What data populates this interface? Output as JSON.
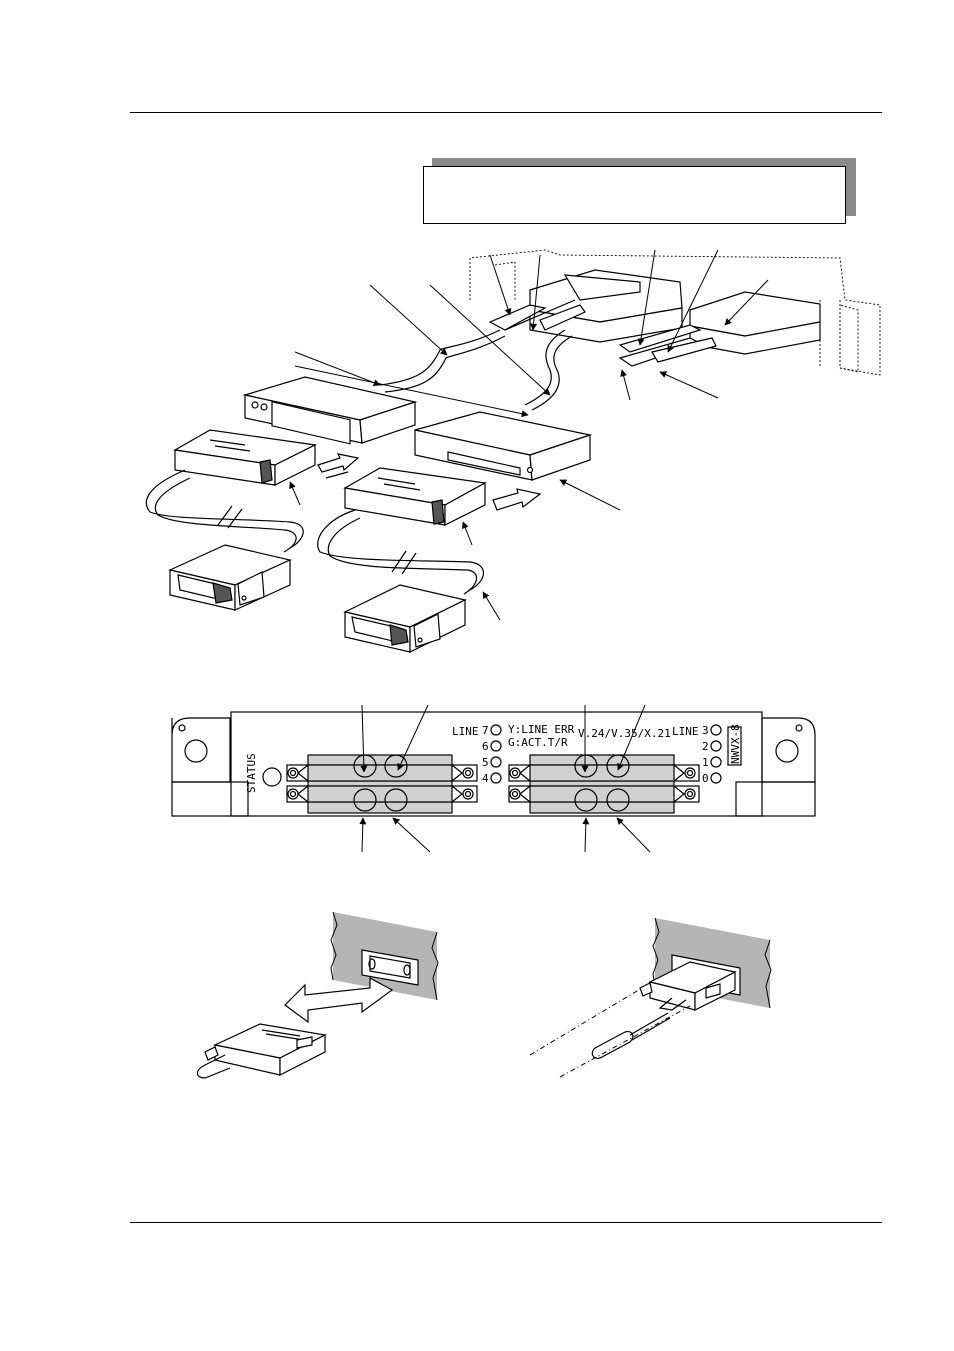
{
  "panel": {
    "model": "NWVX-8",
    "status_label": "STATUS",
    "line_label_left": "LINE",
    "line_label_right": "LINE",
    "legend_yellow": "Y:LINE ERR",
    "legend_green": "G:ACT.T/R",
    "interface_types": "V.24/V.35/X.21",
    "led_numbers_left": [
      "7",
      "6",
      "5",
      "4"
    ],
    "led_numbers_right": [
      "3",
      "2",
      "1",
      "0"
    ]
  }
}
